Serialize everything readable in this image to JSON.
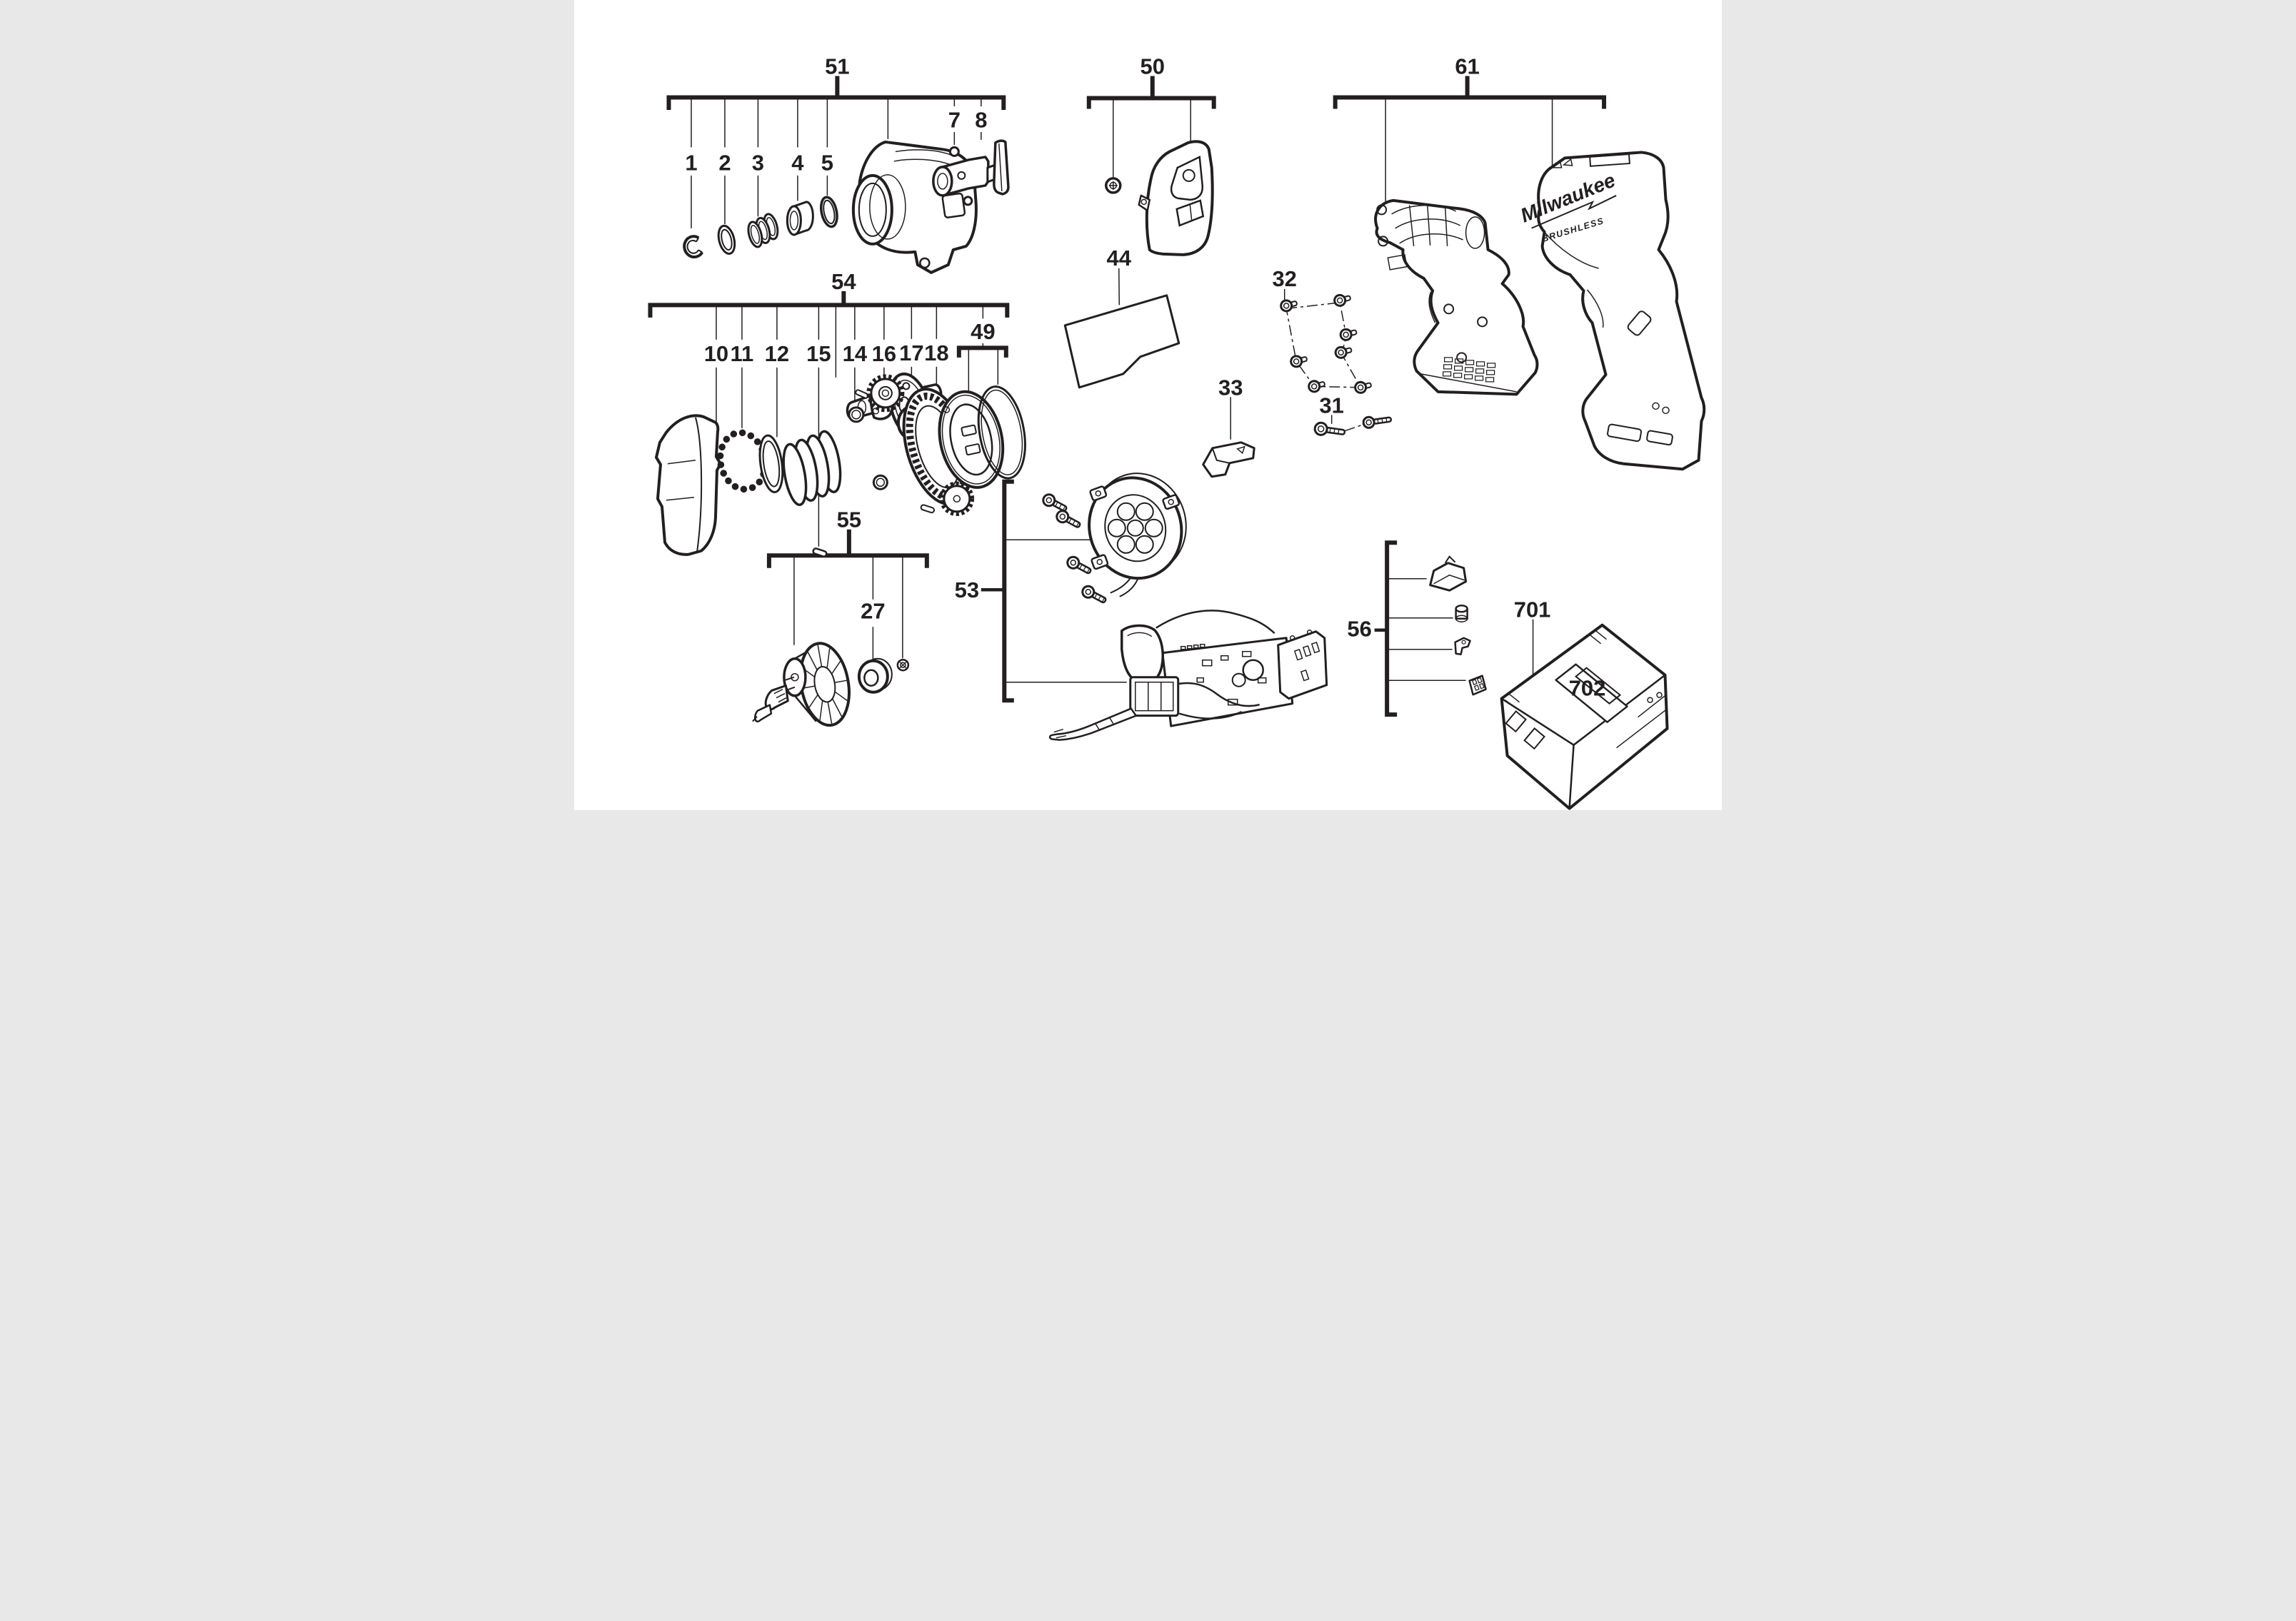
{
  "page": {
    "background": "#ffffff",
    "ink": "#231f20",
    "description": "Exploded service parts diagram of a cordless brushless impact driver with numbered callout brackets"
  },
  "branding": {
    "logo": "Milwaukee",
    "brushless": "BRUSHLESS"
  },
  "labels": {
    "l51": {
      "text": "51"
    },
    "l1": {
      "text": "1"
    },
    "l2": {
      "text": "2"
    },
    "l3": {
      "text": "3"
    },
    "l4": {
      "text": "4"
    },
    "l5": {
      "text": "5"
    },
    "l7": {
      "text": "7"
    },
    "l8": {
      "text": "8"
    },
    "l54": {
      "text": "54"
    },
    "l10": {
      "text": "10"
    },
    "l11": {
      "text": "11"
    },
    "l12": {
      "text": "12"
    },
    "l15": {
      "text": "15"
    },
    "l14": {
      "text": "14"
    },
    "l16": {
      "text": "16"
    },
    "l17": {
      "text": "17"
    },
    "l18": {
      "text": "18"
    },
    "l49": {
      "text": "49"
    },
    "l55": {
      "text": "55"
    },
    "l27": {
      "text": "27"
    },
    "l50": {
      "text": "50"
    },
    "l44": {
      "text": "44"
    },
    "l32": {
      "text": "32"
    },
    "l33": {
      "text": "33"
    },
    "l31": {
      "text": "31"
    },
    "l61": {
      "text": "61"
    },
    "l53": {
      "text": "53"
    },
    "l56": {
      "text": "56"
    },
    "l701": {
      "text": "701"
    },
    "l702": {
      "text": "702"
    }
  },
  "structure": {
    "group_51": {
      "type": "bracket",
      "parts": [
        "1",
        "2",
        "3",
        "4",
        "5",
        "7",
        "8"
      ],
      "main_part": "hammer-case-with-anvil"
    },
    "group_54": {
      "type": "bracket",
      "parts": [
        "10",
        "11",
        "12",
        "15",
        "14",
        "16",
        "17",
        "18"
      ],
      "subgroup": "49",
      "main_part": "impact-mechanism-camshaft"
    },
    "group_49": {
      "type": "sub-bracket",
      "parts": [
        "cam-ring",
        "o-ring"
      ]
    },
    "group_55": {
      "type": "bracket",
      "parts": [
        "27"
      ],
      "main_part": "rotor-assembly"
    },
    "group_50": {
      "type": "bracket",
      "parts": [
        "screw",
        "belt-hook"
      ]
    },
    "group_61": {
      "type": "bracket",
      "parts": [
        "housing-half-left",
        "housing-half-right"
      ]
    },
    "group_53": {
      "type": "side-bracket",
      "parts": [
        "screws",
        "stator-assembly",
        "switch-and-pcb-assembly"
      ]
    },
    "group_56": {
      "type": "side-bracket",
      "parts": [
        "cap",
        "bushing",
        "lever",
        "pad"
      ]
    },
    "singles": [
      "44",
      "32",
      "33",
      "31",
      "701",
      "702"
    ]
  }
}
